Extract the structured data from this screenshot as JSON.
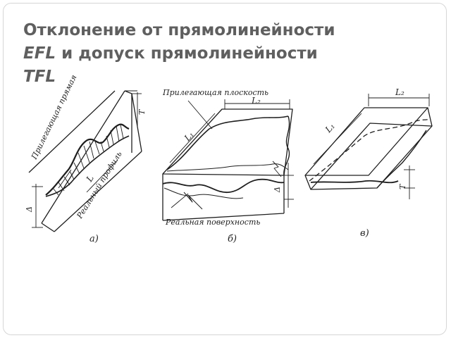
{
  "slide": {
    "title": {
      "line1": "Отклонение от прямолинейности",
      "abbr1": "EFL",
      "mid": " и допуск прямолинейности ",
      "abbr2": "TFL"
    }
  },
  "figure": {
    "panel_a": {
      "label": "а)",
      "line_label": "Прилегающая прямая",
      "profile_label": "Реальный профиль",
      "length_label": "L",
      "tolerance_label": "T",
      "deviation_label": "Δ"
    },
    "panel_b": {
      "label": "б)",
      "plane_label": "Прилегающая плоскость",
      "surface_label": "Реальная поверхность",
      "l1_label": "L₁",
      "l2_label": "L₂",
      "deviation_label": "Δ"
    },
    "panel_c": {
      "label": "в)",
      "l1_label": "L₁",
      "l2_label": "L₂",
      "tolerance_label": "T"
    }
  }
}
